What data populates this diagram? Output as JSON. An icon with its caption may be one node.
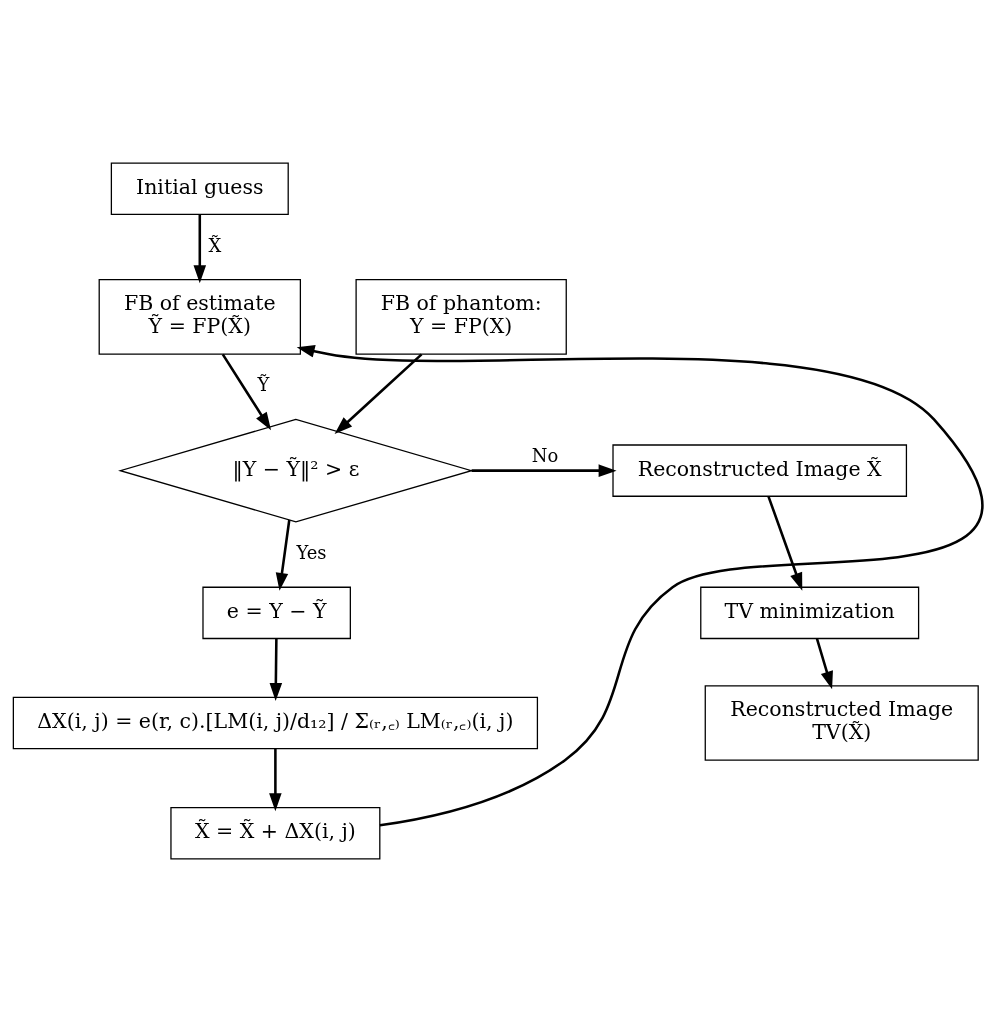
{
  "diagram": {
    "nodes": [
      {
        "text": [
          "Initial guess"
        ]
      },
      {
        "text": [
          "FB of estimate",
          "Ỹ = FP(X̃)"
        ]
      },
      {
        "text": [
          "FB of phantom:",
          "Y = FP(X)"
        ]
      },
      {
        "text": [
          "‖Y − Ỹ‖² > ε"
        ]
      },
      {
        "text": [
          "Reconstructed Image X̃"
        ]
      },
      {
        "text": [
          "e = Y − Ỹ"
        ]
      },
      {
        "text": [
          "ΔX(i, j) = e(r, c).[LM(i, j)/d₁₂] / Σ₍ᵣ,꜀₎ LM₍ᵣ,꜀₎(i, j)"
        ]
      },
      {
        "text": [
          "X̃ = X̃ + ΔX(i, j)"
        ]
      },
      {
        "text": [
          "TV minimization"
        ]
      },
      {
        "text": [
          "Reconstructed Image",
          "TV(X̃)"
        ]
      }
    ],
    "edges": [
      {
        "from": 0,
        "to": 1,
        "arrow": "to",
        "label": "X̃"
      },
      {
        "from": 1,
        "to": 3,
        "arrow": "to",
        "label": "Ỹ"
      },
      {
        "from": 2,
        "to": 3,
        "arrow": "to"
      },
      {
        "from": 3,
        "to": 4,
        "arrow": "to",
        "label": "No"
      },
      {
        "from": 3,
        "to": 5,
        "arrow": "to",
        "label": "Yes"
      },
      {
        "from": 5,
        "to": 6,
        "arrow": "to"
      },
      {
        "from": 6,
        "to": 7,
        "arrow": "to"
      },
      {
        "from": 7,
        "to": 1,
        "arrow": "to"
      },
      {
        "from": 4,
        "to": 8,
        "arrow": "to"
      },
      {
        "from": 8,
        "to": 9,
        "arrow": "to"
      }
    ]
  }
}
